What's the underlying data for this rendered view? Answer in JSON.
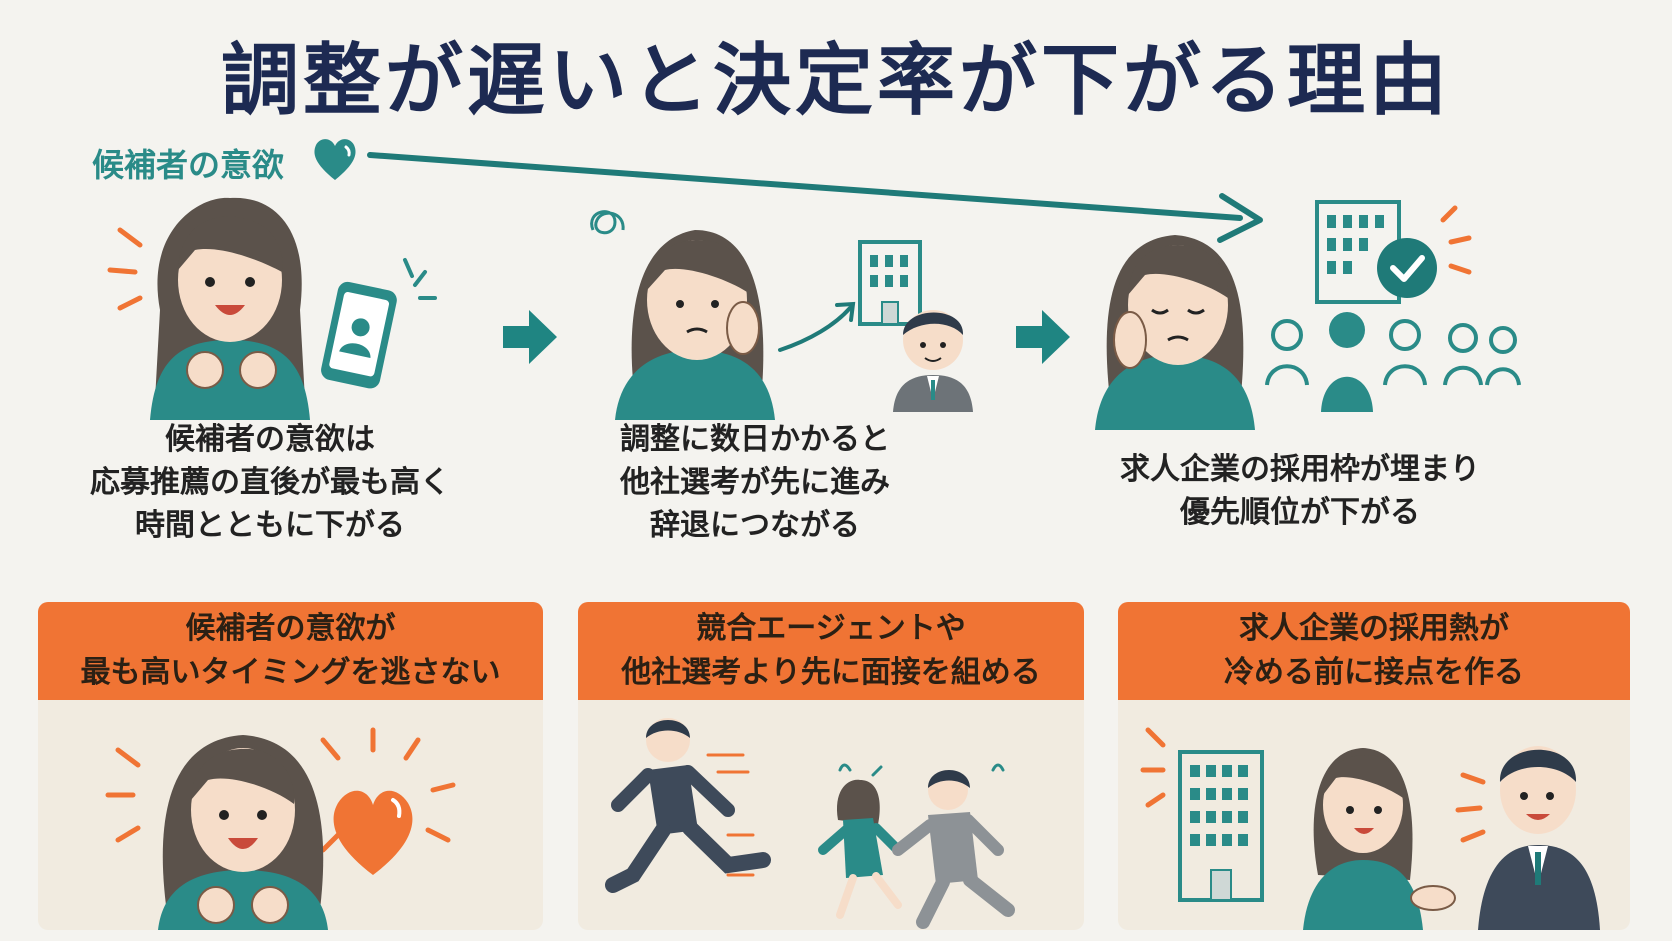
{
  "title": "調整が遅いと決定率が下がる理由",
  "motivation_label": "候補者の意欲",
  "steps": [
    {
      "lines": [
        "候補者の意欲は",
        "応募推薦の直後が最も高く",
        "時間とともに下がる"
      ]
    },
    {
      "lines": [
        "調整に数日かかると",
        "他社選考が先に進み",
        "辞退につながる"
      ]
    },
    {
      "lines": [
        "求人企業の採用枠が埋まり",
        "優先順位が下がる"
      ]
    }
  ],
  "panels": [
    {
      "lines": [
        "候補者の意欲が",
        "最も高いタイミングを逃さない"
      ]
    },
    {
      "lines": [
        "競合エージェントや",
        "他社選考より先に面接を組める"
      ]
    },
    {
      "lines": [
        "求人企業の採用熱が",
        "冷める前に接点を作る"
      ]
    }
  ],
  "colors": {
    "accent": "#2a8b88",
    "orange": "#f07434",
    "navy": "#1d2a52"
  }
}
